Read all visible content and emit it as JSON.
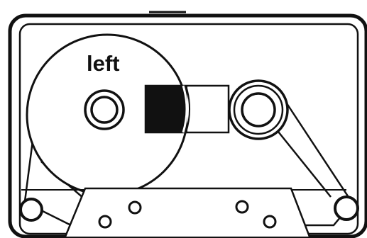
{
  "diagram": {
    "reel_label": "left",
    "colors": {
      "ink": "#111111",
      "paper": "#ffffff"
    },
    "parts": [
      "cassette-shell",
      "left-reel-tape-pack",
      "left-hub",
      "right-hub",
      "head-window",
      "tape-path",
      "tape-guide-rollers",
      "head-opening-bridge"
    ]
  }
}
